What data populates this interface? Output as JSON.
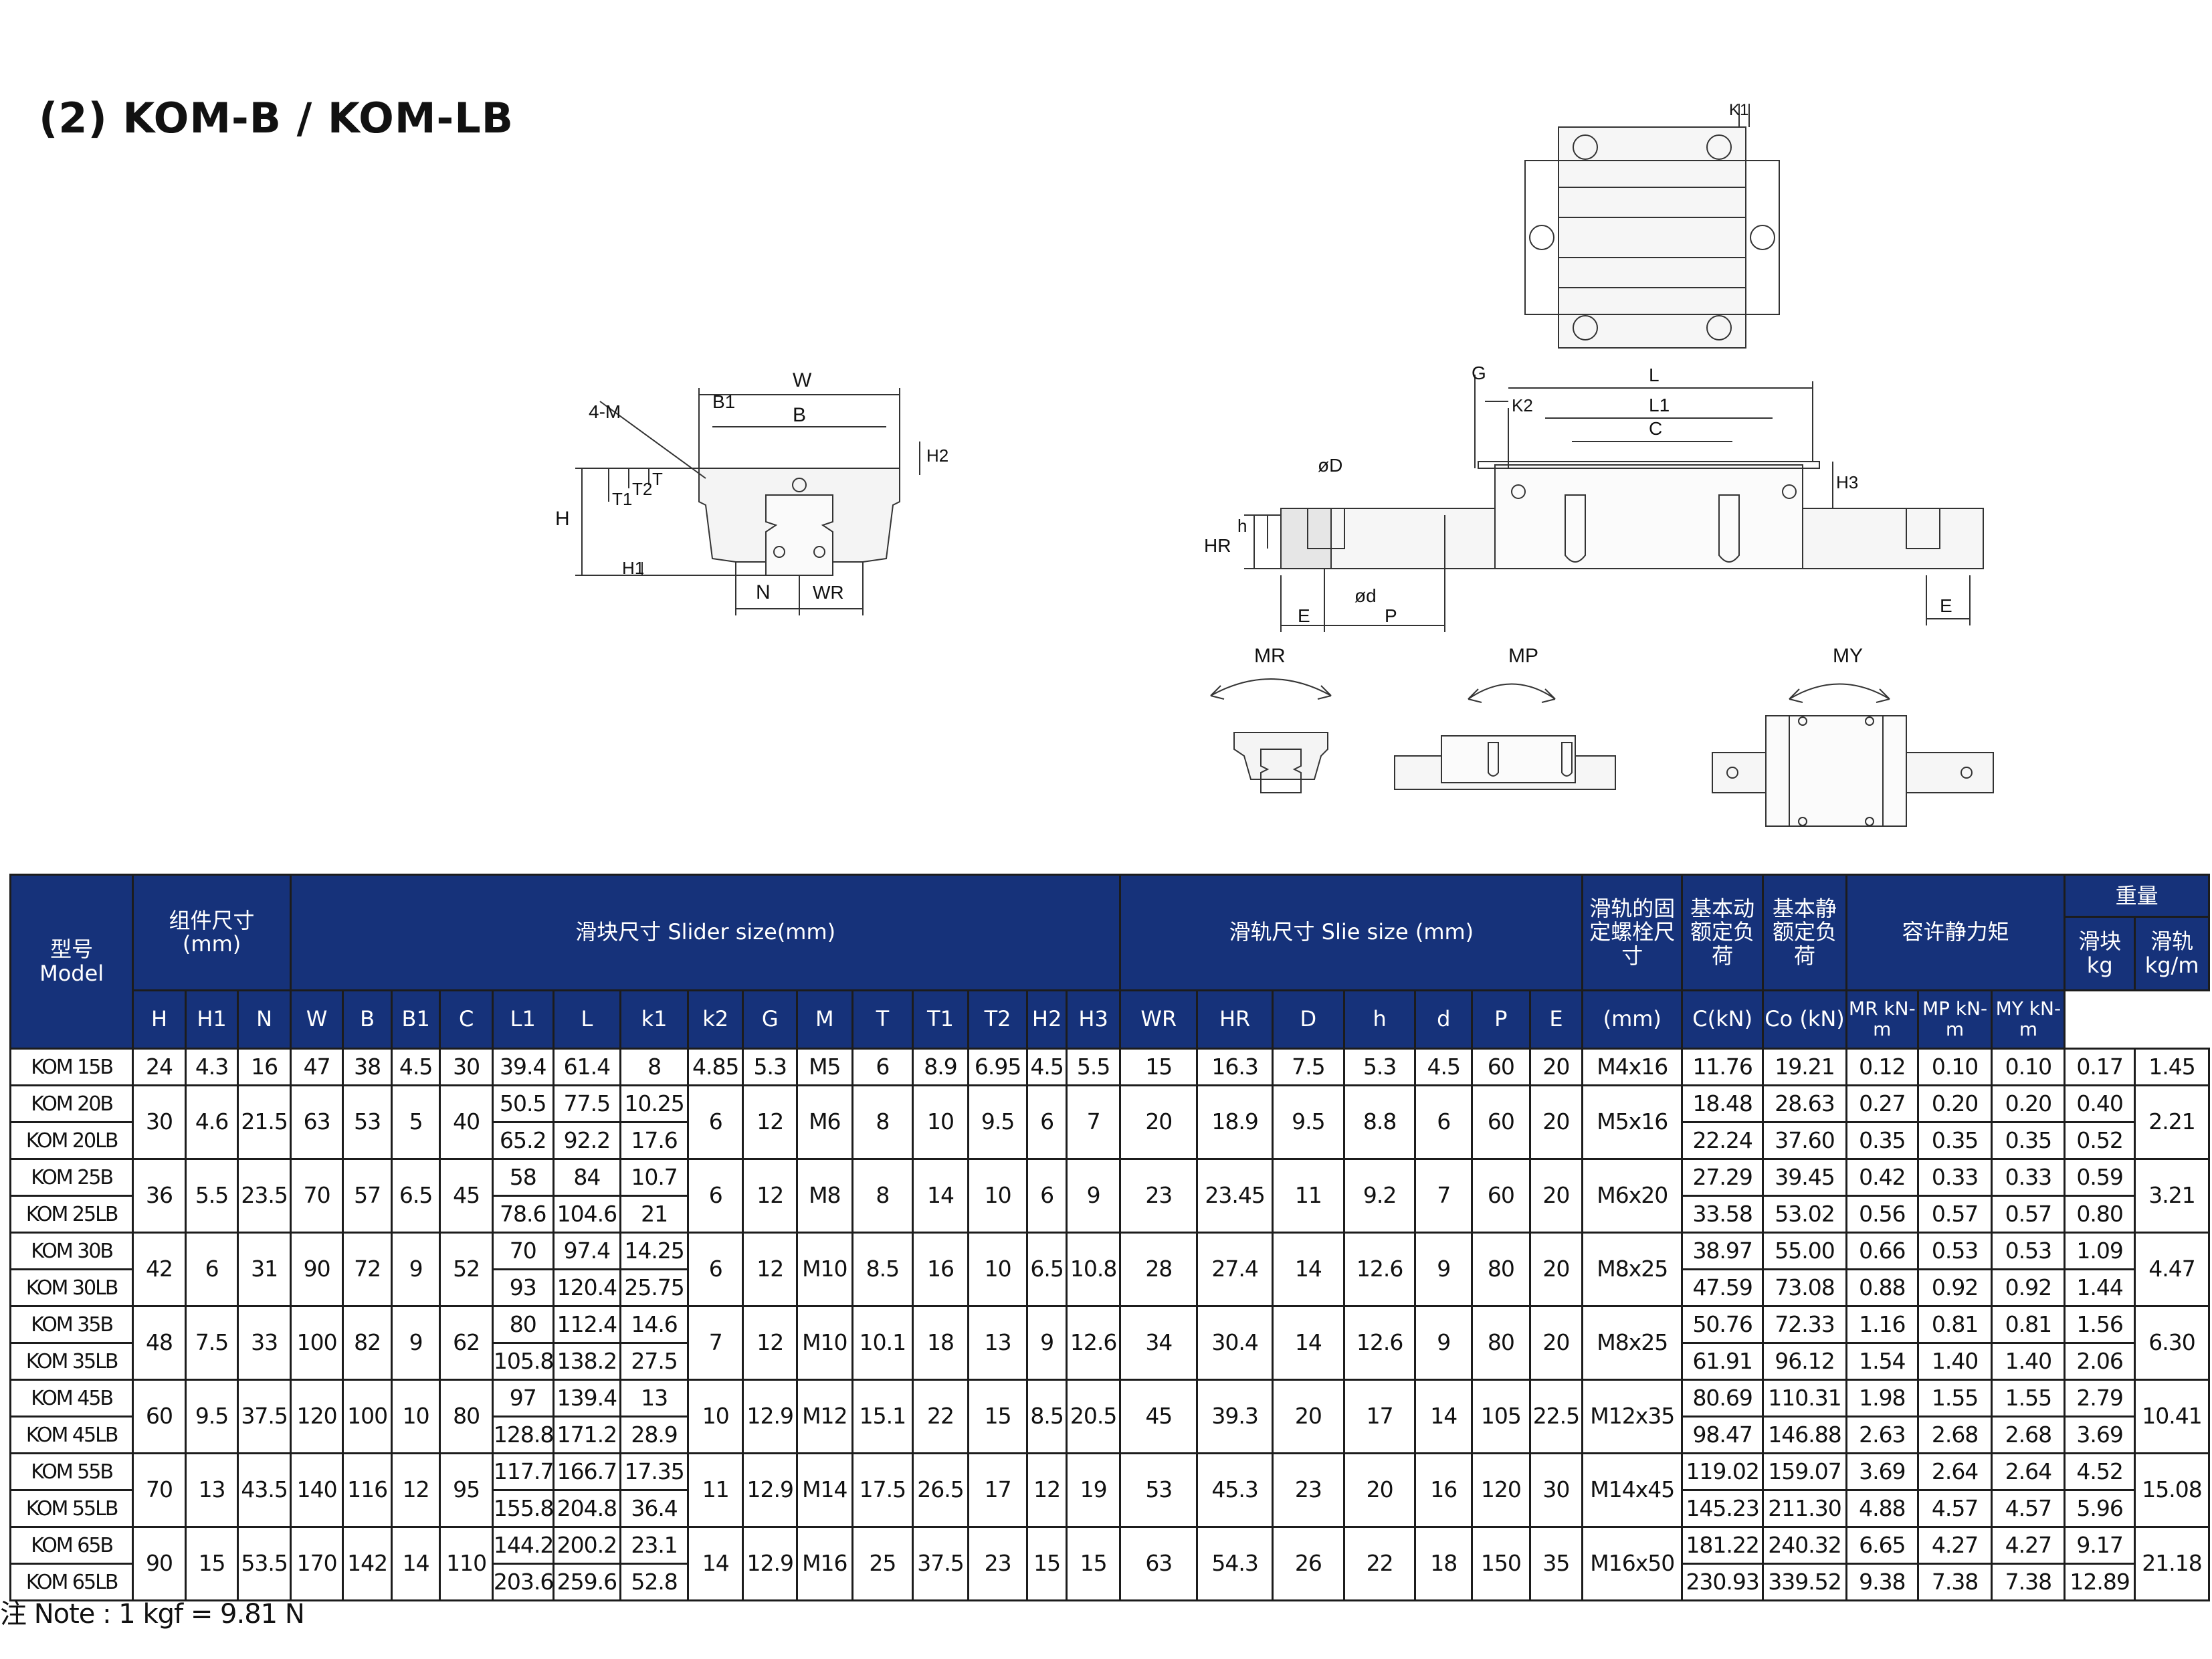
{
  "title": "(2) KOM-B / KOM-LB",
  "drawing_labels": {
    "front": {
      "w": "W",
      "b": "B",
      "b1": "B1",
      "m": "4-M",
      "h2": "H2",
      "t": "T",
      "t1": "T1",
      "t2": "T2",
      "h": "H",
      "h1": "H1",
      "n": "N",
      "wr": "WR"
    },
    "side": {
      "g": "G",
      "k2": "K2",
      "l": "L",
      "l1": "L1",
      "c": "C",
      "h3": "H3",
      "od": "øD",
      "hr": "HR",
      "h": "h",
      "od_small": "ød",
      "e": "E",
      "p": "P",
      "e2": "E"
    },
    "top": {
      "k1": "K1"
    },
    "moments": {
      "mr": "MR",
      "mp": "MP",
      "my": "MY"
    }
  },
  "table": {
    "group_headers": {
      "model": {
        "cn": "型号",
        "en": "Model"
      },
      "assembly": {
        "cn": "组件尺寸",
        "en": "(mm)"
      },
      "slider": "滑块尺寸 Slider size(mm)",
      "rail": "滑轨尺寸 Slie size (mm)",
      "bolt": "滑轨的固定螺栓尺寸",
      "dyn": "基本动额定负荷",
      "stat": "基本静额定负荷",
      "moment": "容许静力矩",
      "weight": "重量",
      "weight_block": {
        "cn": "滑块",
        "en": "kg"
      },
      "weight_rail": {
        "cn": "滑轨",
        "en": "kg/m"
      }
    },
    "col_headers": {
      "H": "H",
      "H1": "H1",
      "N": "N",
      "W": "W",
      "B": "B",
      "B1": "B1",
      "C": "C",
      "L1": "L1",
      "L": "L",
      "k1": "k1",
      "k2": "k2",
      "G": "G",
      "M": "M",
      "T": "T",
      "T1": "T1",
      "T2": "T2",
      "H2": "H2",
      "H3": "H3",
      "WR": "WR",
      "HR": "HR",
      "D": "D",
      "h": "h",
      "d": "d",
      "P": "P",
      "E": "E",
      "bolt": "(mm)",
      "ckn": "C(kN)",
      "cokn": "Co (kN)",
      "mr": "MR kN-m",
      "mp": "MP kN-m",
      "my": "MY kN-m"
    },
    "groups": [
      {
        "common": {
          "H": "24",
          "H1": "4.3",
          "N": "16",
          "W": "47",
          "B": "38",
          "B1": "4.5",
          "C": "30",
          "k2": "4.85",
          "G": "5.3",
          "M": "M5",
          "T": "6",
          "T1": "8.9",
          "T2": "6.95",
          "H2": "4.5",
          "H3": "5.5",
          "WR": "15",
          "HR": "16.3",
          "D": "7.5",
          "h": "5.3",
          "d": "4.5",
          "P": "60",
          "E": "20",
          "bolt": "M4x16",
          "rail": "1.45"
        },
        "rows": [
          {
            "model": "KOM 15B",
            "L1": "39.4",
            "L": "61.4",
            "k1": "8",
            "C": "11.76",
            "Co": "19.21",
            "MR": "0.12",
            "MP": "0.10",
            "MY": "0.10",
            "kg": "0.17"
          }
        ]
      },
      {
        "common": {
          "H": "30",
          "H1": "4.6",
          "N": "21.5",
          "W": "63",
          "B": "53",
          "B1": "5",
          "C": "40",
          "k2": "6",
          "G": "12",
          "M": "M6",
          "T": "8",
          "T1": "10",
          "T2": "9.5",
          "H2": "6",
          "H3": "7",
          "WR": "20",
          "HR": "18.9",
          "D": "9.5",
          "h": "8.8",
          "d": "6",
          "P": "60",
          "E": "20",
          "bolt": "M5x16",
          "rail": "2.21"
        },
        "rows": [
          {
            "model": "KOM 20B",
            "L1": "50.5",
            "L": "77.5",
            "k1": "10.25",
            "C": "18.48",
            "Co": "28.63",
            "MR": "0.27",
            "MP": "0.20",
            "MY": "0.20",
            "kg": "0.40"
          },
          {
            "model": "KOM 20LB",
            "L1": "65.2",
            "L": "92.2",
            "k1": "17.6",
            "C": "22.24",
            "Co": "37.60",
            "MR": "0.35",
            "MP": "0.35",
            "MY": "0.35",
            "kg": "0.52"
          }
        ]
      },
      {
        "common": {
          "H": "36",
          "H1": "5.5",
          "N": "23.5",
          "W": "70",
          "B": "57",
          "B1": "6.5",
          "C": "45",
          "k2": "6",
          "G": "12",
          "M": "M8",
          "T": "8",
          "T1": "14",
          "T2": "10",
          "H2": "6",
          "H3": "9",
          "WR": "23",
          "HR": "23.45",
          "D": "11",
          "h": "9.2",
          "d": "7",
          "P": "60",
          "E": "20",
          "bolt": "M6x20",
          "rail": "3.21"
        },
        "rows": [
          {
            "model": "KOM 25B",
            "L1": "58",
            "L": "84",
            "k1": "10.7",
            "C": "27.29",
            "Co": "39.45",
            "MR": "0.42",
            "MP": "0.33",
            "MY": "0.33",
            "kg": "0.59"
          },
          {
            "model": "KOM 25LB",
            "L1": "78.6",
            "L": "104.6",
            "k1": "21",
            "C": "33.58",
            "Co": "53.02",
            "MR": "0.56",
            "MP": "0.57",
            "MY": "0.57",
            "kg": "0.80"
          }
        ]
      },
      {
        "common": {
          "H": "42",
          "H1": "6",
          "N": "31",
          "W": "90",
          "B": "72",
          "B1": "9",
          "C": "52",
          "k2": "6",
          "G": "12",
          "M": "M10",
          "T": "8.5",
          "T1": "16",
          "T2": "10",
          "H2": "6.5",
          "H3": "10.8",
          "WR": "28",
          "HR": "27.4",
          "D": "14",
          "h": "12.6",
          "d": "9",
          "P": "80",
          "E": "20",
          "bolt": "M8x25",
          "rail": "4.47"
        },
        "rows": [
          {
            "model": "KOM 30B",
            "L1": "70",
            "L": "97.4",
            "k1": "14.25",
            "C": "38.97",
            "Co": "55.00",
            "MR": "0.66",
            "MP": "0.53",
            "MY": "0.53",
            "kg": "1.09"
          },
          {
            "model": "KOM 30LB",
            "L1": "93",
            "L": "120.4",
            "k1": "25.75",
            "C": "47.59",
            "Co": "73.08",
            "MR": "0.88",
            "MP": "0.92",
            "MY": "0.92",
            "kg": "1.44"
          }
        ]
      },
      {
        "common": {
          "H": "48",
          "H1": "7.5",
          "N": "33",
          "W": "100",
          "B": "82",
          "B1": "9",
          "C": "62",
          "k2": "7",
          "G": "12",
          "M": "M10",
          "T": "10.1",
          "T1": "18",
          "T2": "13",
          "H2": "9",
          "H3": "12.6",
          "WR": "34",
          "HR": "30.4",
          "D": "14",
          "h": "12.6",
          "d": "9",
          "P": "80",
          "E": "20",
          "bolt": "M8x25",
          "rail": "6.30"
        },
        "rows": [
          {
            "model": "KOM 35B",
            "L1": "80",
            "L": "112.4",
            "k1": "14.6",
            "C": "50.76",
            "Co": "72.33",
            "MR": "1.16",
            "MP": "0.81",
            "MY": "0.81",
            "kg": "1.56"
          },
          {
            "model": "KOM 35LB",
            "L1": "105.8",
            "L": "138.2",
            "k1": "27.5",
            "C": "61.91",
            "Co": "96.12",
            "MR": "1.54",
            "MP": "1.40",
            "MY": "1.40",
            "kg": "2.06"
          }
        ]
      },
      {
        "common": {
          "H": "60",
          "H1": "9.5",
          "N": "37.5",
          "W": "120",
          "B": "100",
          "B1": "10",
          "C": "80",
          "k2": "10",
          "G": "12.9",
          "M": "M12",
          "T": "15.1",
          "T1": "22",
          "T2": "15",
          "H2": "8.5",
          "H3": "20.5",
          "WR": "45",
          "HR": "39.3",
          "D": "20",
          "h": "17",
          "d": "14",
          "P": "105",
          "E": "22.5",
          "bolt": "M12x35",
          "rail": "10.41"
        },
        "rows": [
          {
            "model": "KOM 45B",
            "L1": "97",
            "L": "139.4",
            "k1": "13",
            "C": "80.69",
            "Co": "110.31",
            "MR": "1.98",
            "MP": "1.55",
            "MY": "1.55",
            "kg": "2.79"
          },
          {
            "model": "KOM 45LB",
            "L1": "128.8",
            "L": "171.2",
            "k1": "28.9",
            "C": "98.47",
            "Co": "146.88",
            "MR": "2.63",
            "MP": "2.68",
            "MY": "2.68",
            "kg": "3.69"
          }
        ]
      },
      {
        "common": {
          "H": "70",
          "H1": "13",
          "N": "43.5",
          "W": "140",
          "B": "116",
          "B1": "12",
          "C": "95",
          "k2": "11",
          "G": "12.9",
          "M": "M14",
          "T": "17.5",
          "T1": "26.5",
          "T2": "17",
          "H2": "12",
          "H3": "19",
          "WR": "53",
          "HR": "45.3",
          "D": "23",
          "h": "20",
          "d": "16",
          "P": "120",
          "E": "30",
          "bolt": "M14x45",
          "rail": "15.08"
        },
        "rows": [
          {
            "model": "KOM 55B",
            "L1": "117.7",
            "L": "166.7",
            "k1": "17.35",
            "C": "119.02",
            "Co": "159.07",
            "MR": "3.69",
            "MP": "2.64",
            "MY": "2.64",
            "kg": "4.52"
          },
          {
            "model": "KOM 55LB",
            "L1": "155.8",
            "L": "204.8",
            "k1": "36.4",
            "C": "145.23",
            "Co": "211.30",
            "MR": "4.88",
            "MP": "4.57",
            "MY": "4.57",
            "kg": "5.96"
          }
        ]
      },
      {
        "common": {
          "H": "90",
          "H1": "15",
          "N": "53.5",
          "W": "170",
          "B": "142",
          "B1": "14",
          "C": "110",
          "k2": "14",
          "G": "12.9",
          "M": "M16",
          "T": "25",
          "T1": "37.5",
          "T2": "23",
          "H2": "15",
          "H3": "15",
          "WR": "63",
          "HR": "54.3",
          "D": "26",
          "h": "22",
          "d": "18",
          "P": "150",
          "E": "35",
          "bolt": "M16x50",
          "rail": "21.18"
        },
        "rows": [
          {
            "model": "KOM 65B",
            "L1": "144.2",
            "L": "200.2",
            "k1": "23.1",
            "C": "181.22",
            "Co": "240.32",
            "MR": "6.65",
            "MP": "4.27",
            "MY": "4.27",
            "kg": "9.17"
          },
          {
            "model": "KOM 65LB",
            "L1": "203.6",
            "L": "259.6",
            "k1": "52.8",
            "C": "230.93",
            "Co": "339.52",
            "MR": "9.38",
            "MP": "7.38",
            "MY": "7.38",
            "kg": "12.89"
          }
        ]
      }
    ]
  },
  "note": "注 Note : 1 kgf = 9.81 N"
}
